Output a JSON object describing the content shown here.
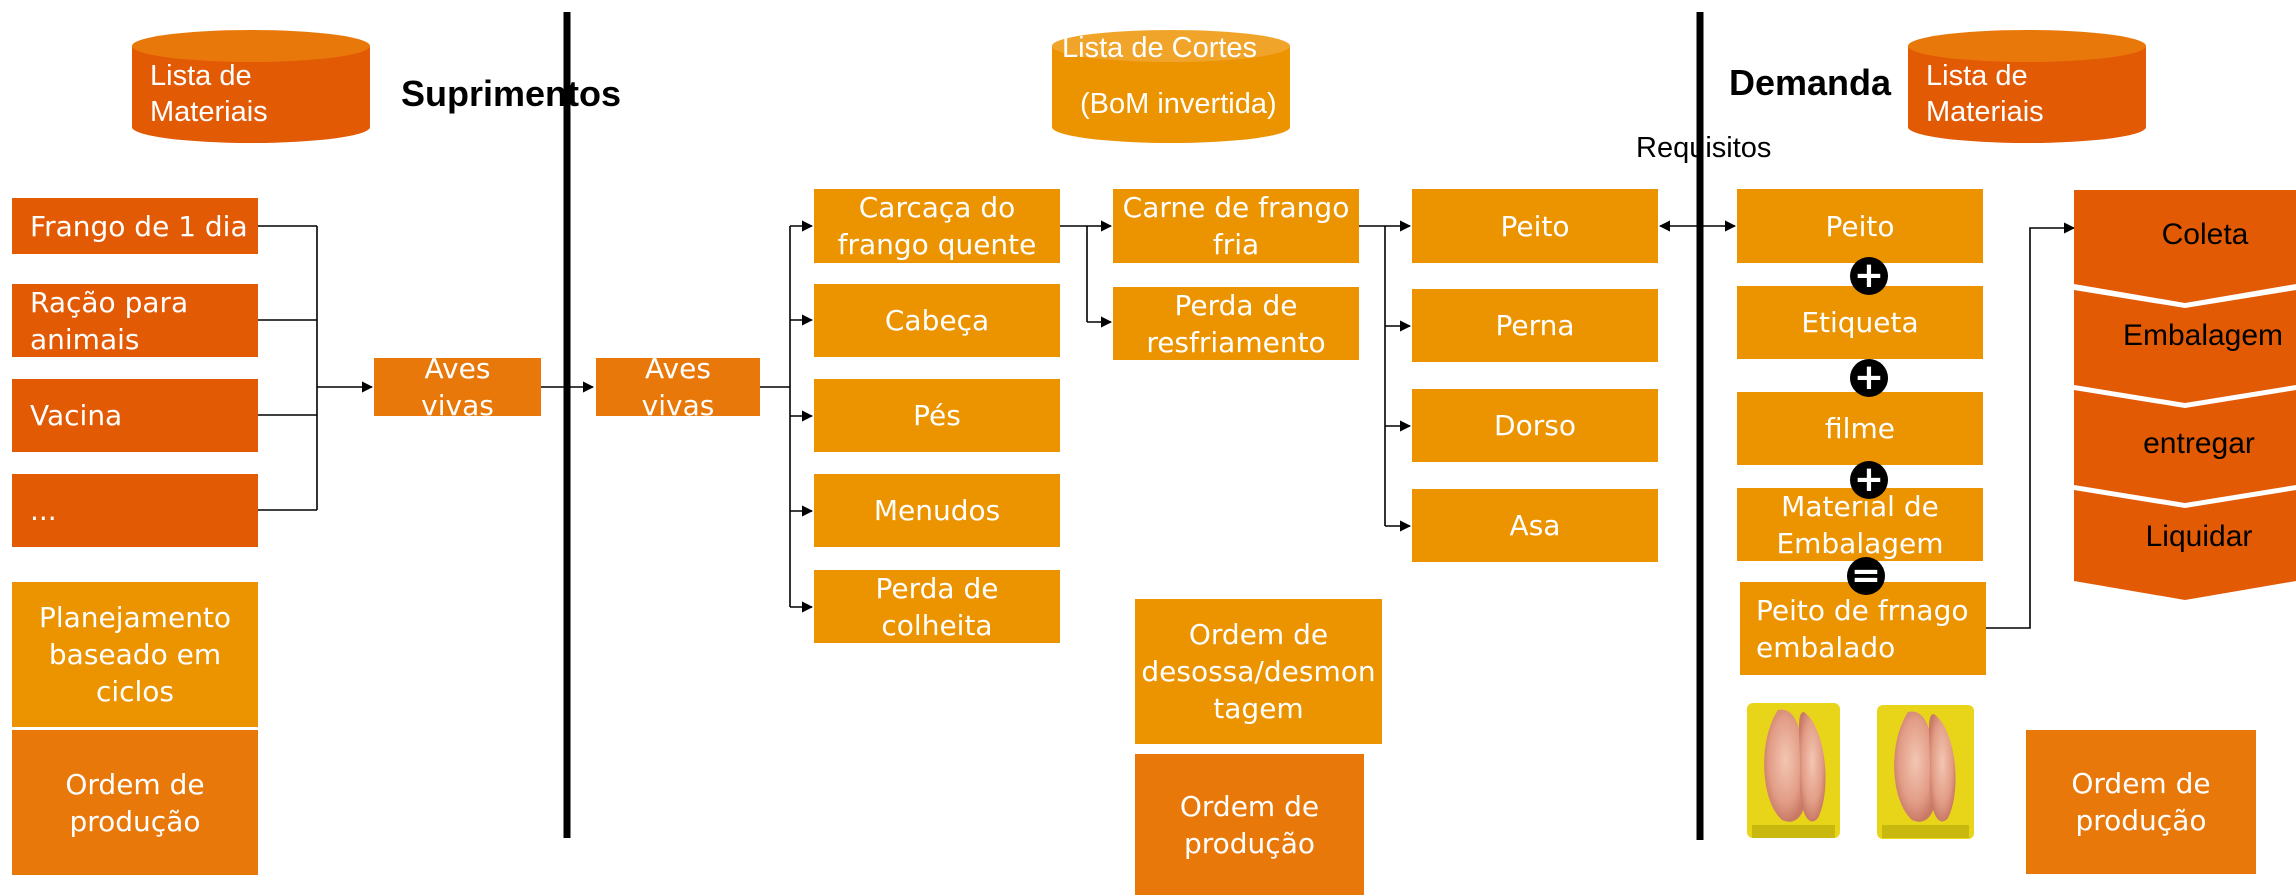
{
  "databases": {
    "left_materials": "Lista de\nMateriais",
    "cut_list_title": "Lista de Cortes",
    "cut_list_sub": "(BoM invertida)",
    "right_materials": "Lista de\nMateriais"
  },
  "headings": {
    "supply": "Suprimentos",
    "demand": "Demanda",
    "requirements": "Requisitos"
  },
  "inputs": [
    "Frango de 1 dia",
    "Ração para\nanimais",
    "Vacina",
    "..."
  ],
  "live_birds": [
    "Aves\nvivas",
    "Aves\nvivas"
  ],
  "carcass_parts": [
    "Carcaça do\nfrango quente",
    "Cabeça",
    "Pés",
    "Menudos",
    "Perda de\ncolheita"
  ],
  "chilling": [
    "Carne de frango\nfria",
    "Perda de\nresfriamento"
  ],
  "cuts": [
    "Peito",
    "Perna",
    "Dorso",
    "Asa"
  ],
  "assembly": [
    "Peito",
    "Etiqueta",
    "filme",
    "Material de\nEmbalagem",
    "Peito de frnago\nembalado"
  ],
  "operators": [
    "+",
    "+",
    "+",
    "="
  ],
  "process_steps": [
    "Coleta",
    "Embalagem",
    "entregar",
    "Liquidar"
  ],
  "orders": {
    "cycle_planning": "Planejamento\nbaseado em\nciclos",
    "production_left": "Ordem de\nprodução",
    "deboning": "Ordem de\ndesossa/desmon\ntagem",
    "production_mid": "Ordem de\nprodução",
    "production_right": "Ordem de\nprodução"
  },
  "images": [
    "chicken-breast-tray-photo",
    "chicken-breast-tray-photo"
  ],
  "colors": {
    "dark_orange": "#E35A05",
    "orange": "#EC9300",
    "medium_orange": "#E8780A",
    "line": "#000000"
  }
}
